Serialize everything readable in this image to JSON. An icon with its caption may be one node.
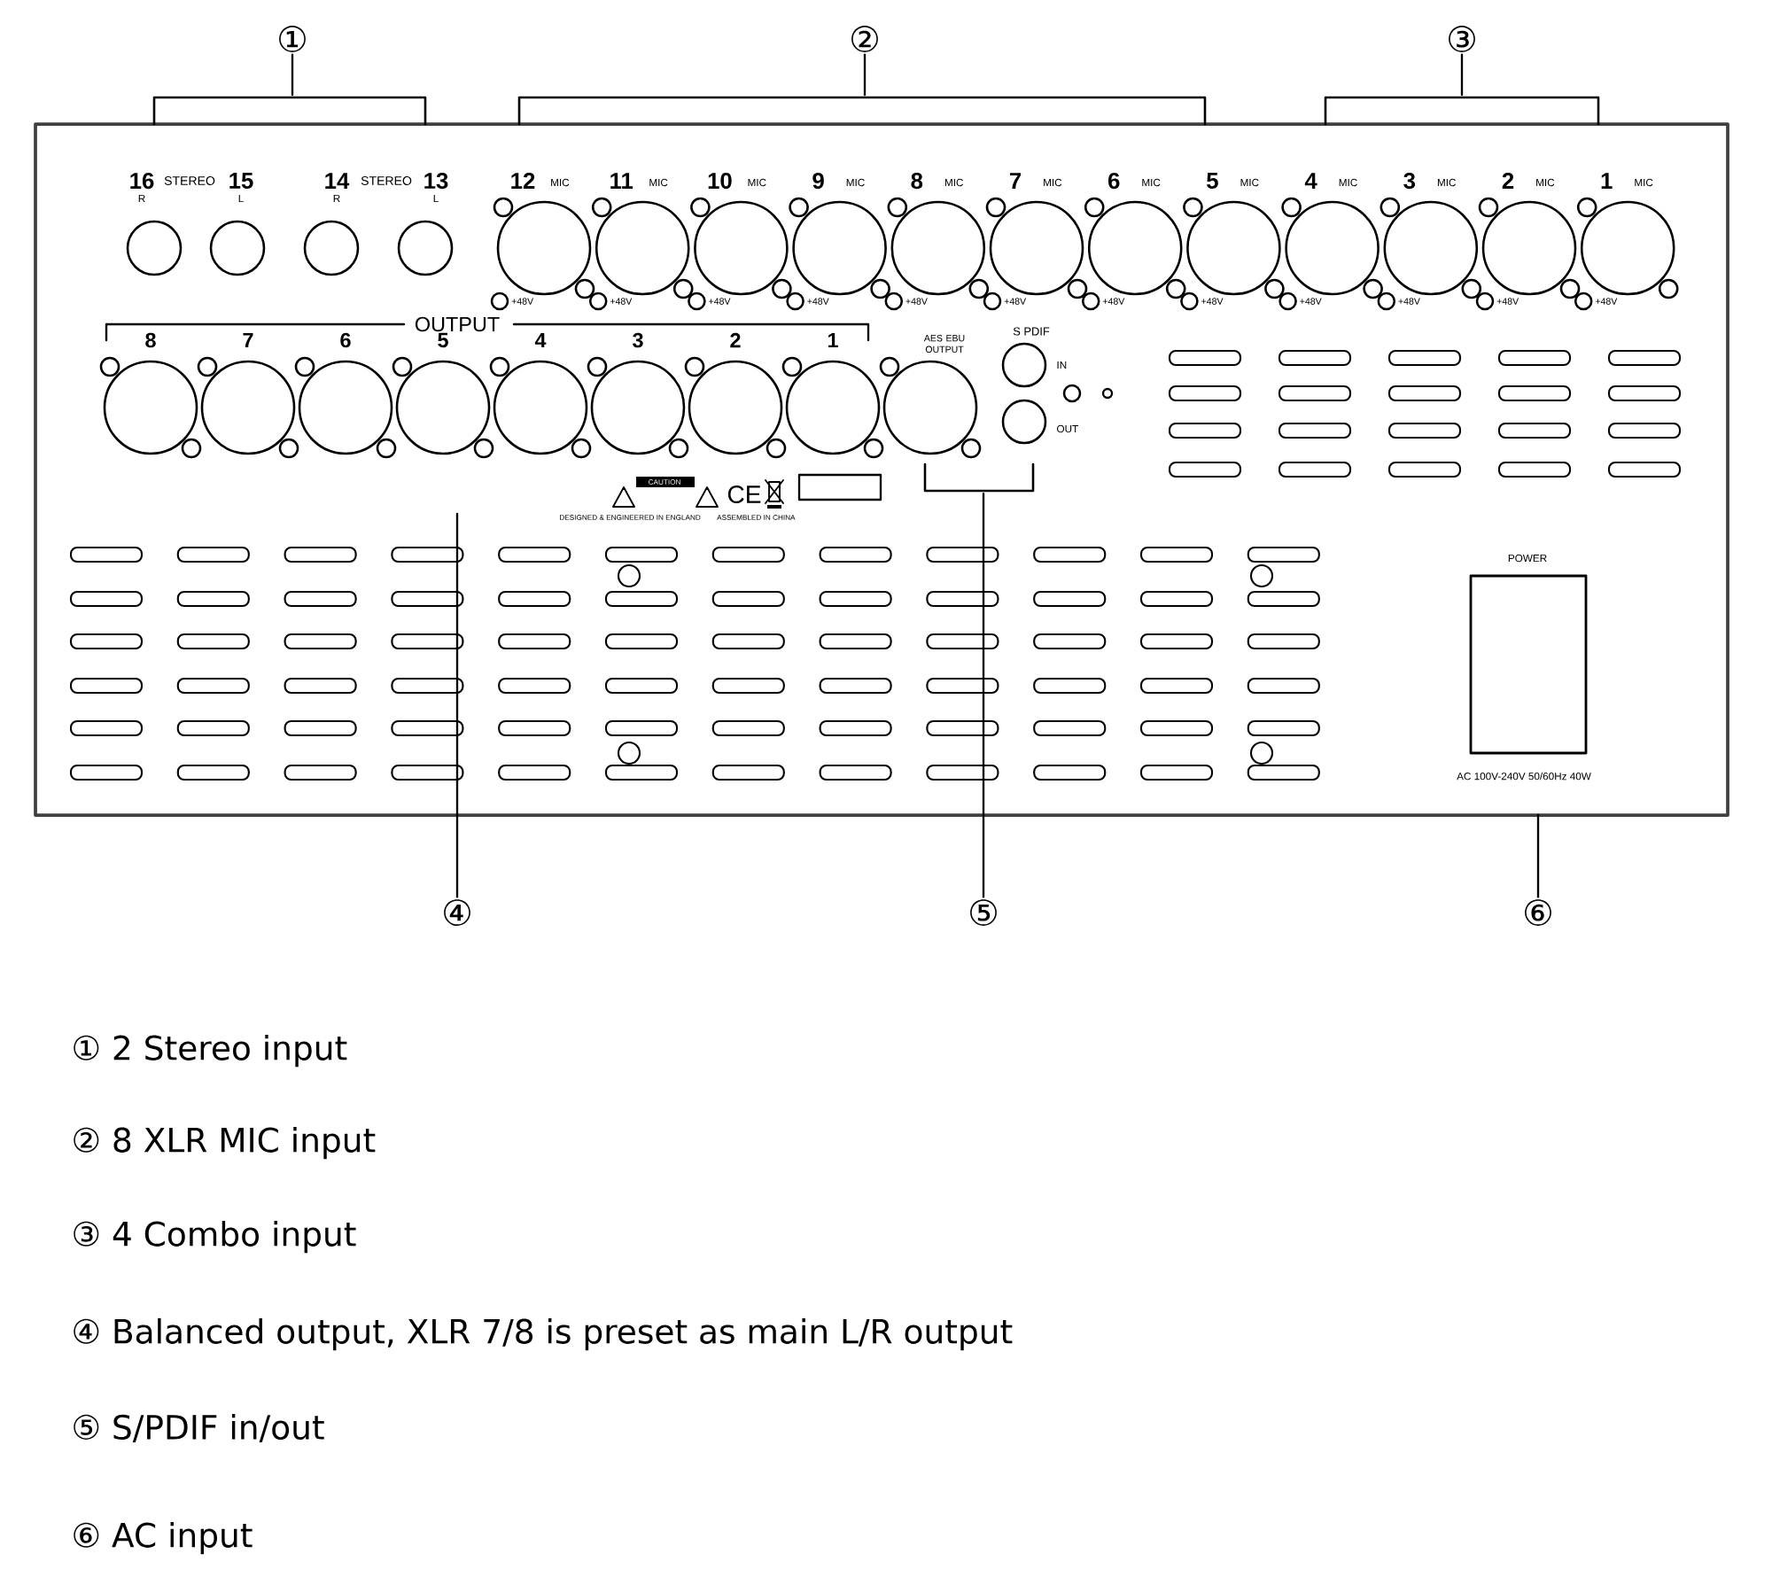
{
  "diagram": {
    "nodes": [
      {
        "text": [
          "①"
        ]
      },
      {
        "text": [
          "②"
        ]
      },
      {
        "text": [
          "③"
        ]
      },
      {
        "text": [
          "④"
        ]
      },
      {
        "text": [
          "⑤"
        ]
      },
      {
        "text": [
          "⑥"
        ]
      },
      {
        "text": [],
        "shape": "bracket"
      },
      {
        "text": [],
        "shape": "bracket"
      },
      {
        "text": [],
        "shape": "bracket"
      },
      {
        "text": [],
        "shape": "bracket"
      },
      {
        "text": [
          "POWER",
          "AC 100V-240V 50/60Hz 40W"
        ]
      }
    ],
    "edges": [
      {
        "from": 0,
        "to": 6,
        "arrow": "none"
      },
      {
        "from": 1,
        "to": 7,
        "arrow": "none"
      },
      {
        "from": 2,
        "to": 8,
        "arrow": "none"
      },
      {
        "from": 3,
        "to": null,
        "arrow": "none"
      },
      {
        "from": 4,
        "to": 9,
        "arrow": "none"
      },
      {
        "from": 5,
        "to": null,
        "arrow": "none"
      }
    ],
    "labels": [
      "16",
      "STEREO",
      "15",
      "R",
      "L",
      "14",
      "STEREO",
      "13",
      "R",
      "L",
      "12",
      "MIC",
      "11",
      "MIC",
      "10",
      "MIC",
      "9",
      "MIC",
      "8",
      "MIC",
      "7",
      "MIC",
      "6",
      "MIC",
      "5",
      "MIC",
      "4",
      "MIC",
      "3",
      "MIC",
      "2",
      "MIC",
      "1",
      "MIC",
      "+48V",
      "+48V",
      "+48V",
      "+48V",
      "+48V",
      "+48V",
      "+48V",
      "+48V",
      "+48V",
      "+48V",
      "+48V",
      "+48V",
      "OUTPUT",
      "8",
      "7",
      "6",
      "5",
      "4",
      "3",
      "2",
      "1",
      "AES EBU OUTPUT",
      "S PDIF",
      "IN",
      "OUT",
      "CAUTION",
      "CE",
      "DESIGNED & ENGINEERED IN ENGLAND",
      "ASSEMBLED IN CHINA",
      "① 2 Stereo input",
      "② 8 XLR MIC input",
      "③ 4 Combo input",
      "④ Balanced output, XLR 7/8 is preset as main L/R output",
      "⑤ S/PDIF in/out",
      "⑥ AC input"
    ]
  }
}
